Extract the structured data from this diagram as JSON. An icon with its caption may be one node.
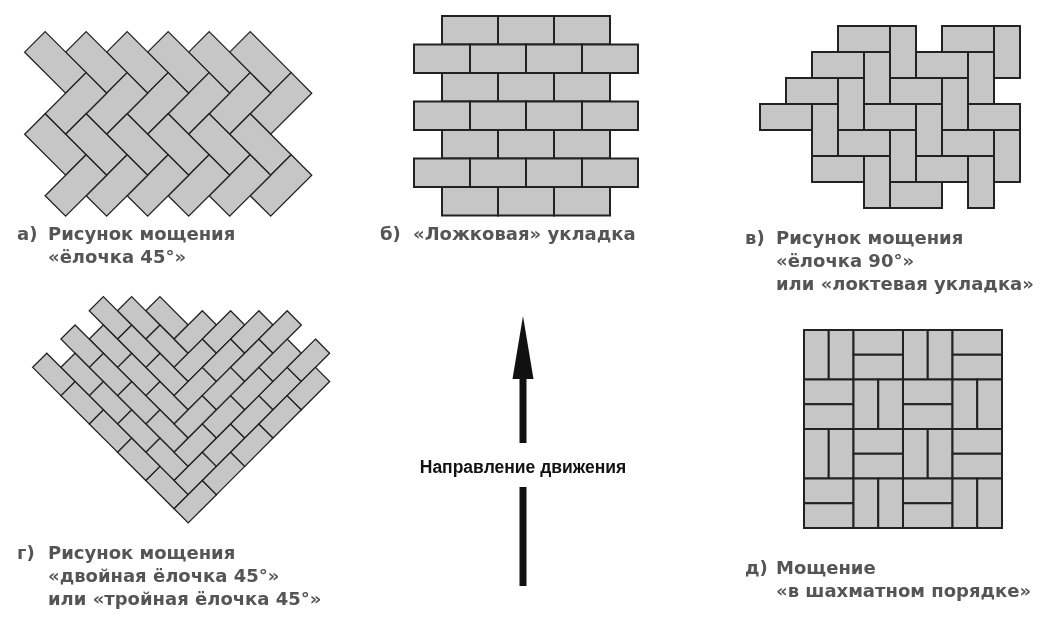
{
  "diagram": {
    "labels": [
      "а)",
      "Рисунок мощения «ёлочка 45°»",
      "б)",
      "«Ложковая» укладка",
      "в)",
      "Рисунок мощения «ёлочка 90°»",
      "или «локтевая укладка»",
      "Направление движения",
      "г)",
      "Рисунок мощения «двойная ёлочка 45°»",
      "или «тройная ёлочка 45°»",
      "д)",
      "Мощение",
      "«в шахматном порядке»"
    ]
  }
}
